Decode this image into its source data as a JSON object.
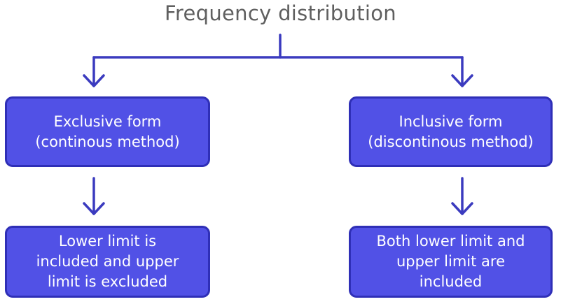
{
  "diagram": {
    "title": "Frequency distribution",
    "nodes": {
      "exclusive": "Exclusive form\n(continous method)",
      "inclusive": "Inclusive form\n(discontinous method)",
      "lower_included": "Lower limit is\nincluded and upper\nlimit is excluded",
      "both_included": "Both lower limit and\nupper limit are\nincluded"
    },
    "edges": [
      [
        "title",
        "exclusive"
      ],
      [
        "title",
        "inclusive"
      ],
      [
        "exclusive",
        "lower_included"
      ],
      [
        "inclusive",
        "both_included"
      ]
    ],
    "colors": {
      "box_fill": "#5151e6",
      "box_border": "#2f2fb7",
      "connector": "#3b3bbf",
      "title_text": "#5f5f5f"
    }
  }
}
